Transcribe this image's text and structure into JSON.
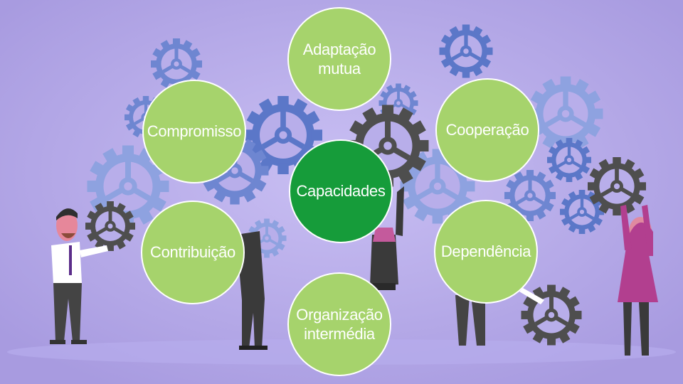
{
  "diagram": {
    "center": {
      "label": "Capacidades"
    },
    "nodes": [
      {
        "id": "adaptacao",
        "label": "Adaptação\nmutua"
      },
      {
        "id": "cooperacao",
        "label": "Cooperação"
      },
      {
        "id": "dependencia",
        "label": "Dependência"
      },
      {
        "id": "organizacao",
        "label": "Organização\nintermédia"
      },
      {
        "id": "contribuicao",
        "label": "Contribuição"
      },
      {
        "id": "compromisso",
        "label": "Compromisso"
      }
    ]
  },
  "colors": {
    "background": "#ab9fe3",
    "node_fill": "#a6d36c",
    "node_border": "#ffffff",
    "center_fill": "#169c3a",
    "gear_blue": "#5b77c8",
    "gear_light": "#8ea2e0",
    "gear_dark": "#555555",
    "person_shirt_magenta": "#b23f8f",
    "person_suit": "#4a4a4a"
  }
}
